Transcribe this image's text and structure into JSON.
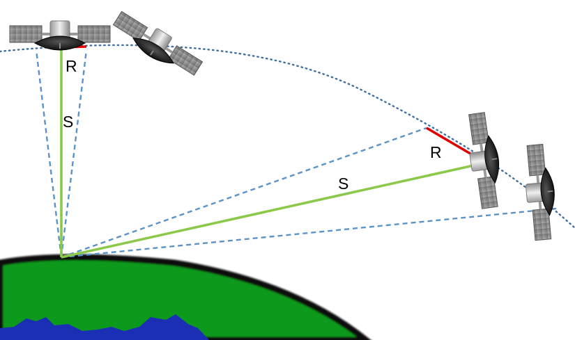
{
  "labels": {
    "r_top": "R",
    "s_left": "S",
    "r_right": "R",
    "s_right": "S"
  },
  "colors": {
    "earth_land": "#0a9a1a",
    "earth_water": "#1a2fb4",
    "earth_outline": "#111111",
    "orbit_path": "#3f6fa0",
    "beam_edge": "#5b93c8",
    "slant_range": "#8cc94b",
    "footprint_radius": "#e00000",
    "satellite_panel": "#8c8c8c",
    "satellite_body": "#c8c8c8",
    "satellite_dish": "#1a1a1a"
  }
}
